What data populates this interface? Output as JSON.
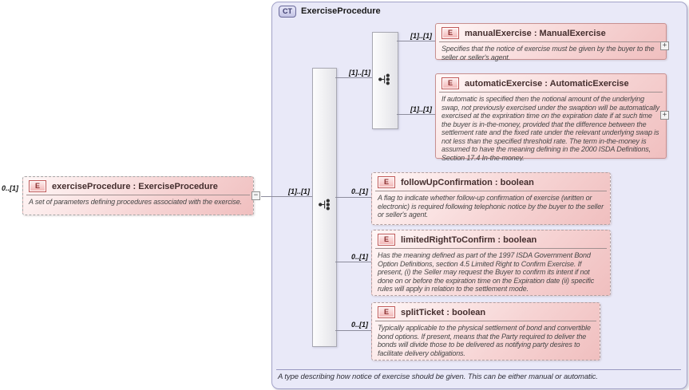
{
  "complex_type": {
    "badge": "CT",
    "title": "ExerciseProcedure",
    "footer": "A type describing how notice of exercise should be given. This can be either manual or automatic."
  },
  "root_element": {
    "cardinality": "0..[1]",
    "badge": "E",
    "name": "exerciseProcedure : ExerciseProcedure",
    "description": "A set of parameters defining procedures associated with the exercise."
  },
  "connectors": {
    "root_to_sequence": "[1]..[1]",
    "sequence_to_choice": "[1]..[1]",
    "choice_to_manual": "[1]..[1]",
    "choice_to_automatic": "[1]..[1]",
    "sequence_to_followup": "0..[1]",
    "sequence_to_limited": "0..[1]",
    "sequence_to_split": "0..[1]"
  },
  "elements": [
    {
      "badge": "E",
      "name": "manualExercise : ManualExercise",
      "description": "Specifies that the notice of exercise must be given by the buyer to the seller or seller's agent."
    },
    {
      "badge": "E",
      "name": "automaticExercise : AutomaticExercise",
      "description": "If automatic is specified then the notional amount of the underlying swap, not previously exercised under the swaption will be automatically exercised at the expriration time on the expiration date if at such time the buyer is in-the-money, provided that the difference between the settlement rate and the fixed rate under the relevant underlying swap is not less than the specified threshold rate. The term in-the-money is assumed to have the meaning defining in the 2000 ISDA Definitions, Section 17.4 In-the-money."
    },
    {
      "badge": "E",
      "name": "followUpConfirmation : boolean",
      "description": "A flag to indicate whether follow-up confirmation of exercise (written or electronic) is required following telephonic notice by the buyer to the seller or seller's agent."
    },
    {
      "badge": "E",
      "name": "limitedRightToConfirm : boolean",
      "description": "Has the meaning defined as part of the 1997 ISDA Government Bond Option Definitions, section 4.5 Limited Right to Confirm Exercise. If present, (i) the Seller may request the Buyer to confirm its intent if not done on or before the expiration time on the Expiration date (ii) specific rules will apply in relation to the settlement mode."
    },
    {
      "badge": "E",
      "name": "splitTicket : boolean",
      "description": "Typically applicable to the physical settlement of bond and convertible bond options. If present, means that the Party required to deliver the bonds will divide those to be delivered as notifying party desires to facilitate delivery obligations."
    }
  ],
  "icons": {
    "collapse_glyph": "−",
    "expand_glyph": "+"
  }
}
